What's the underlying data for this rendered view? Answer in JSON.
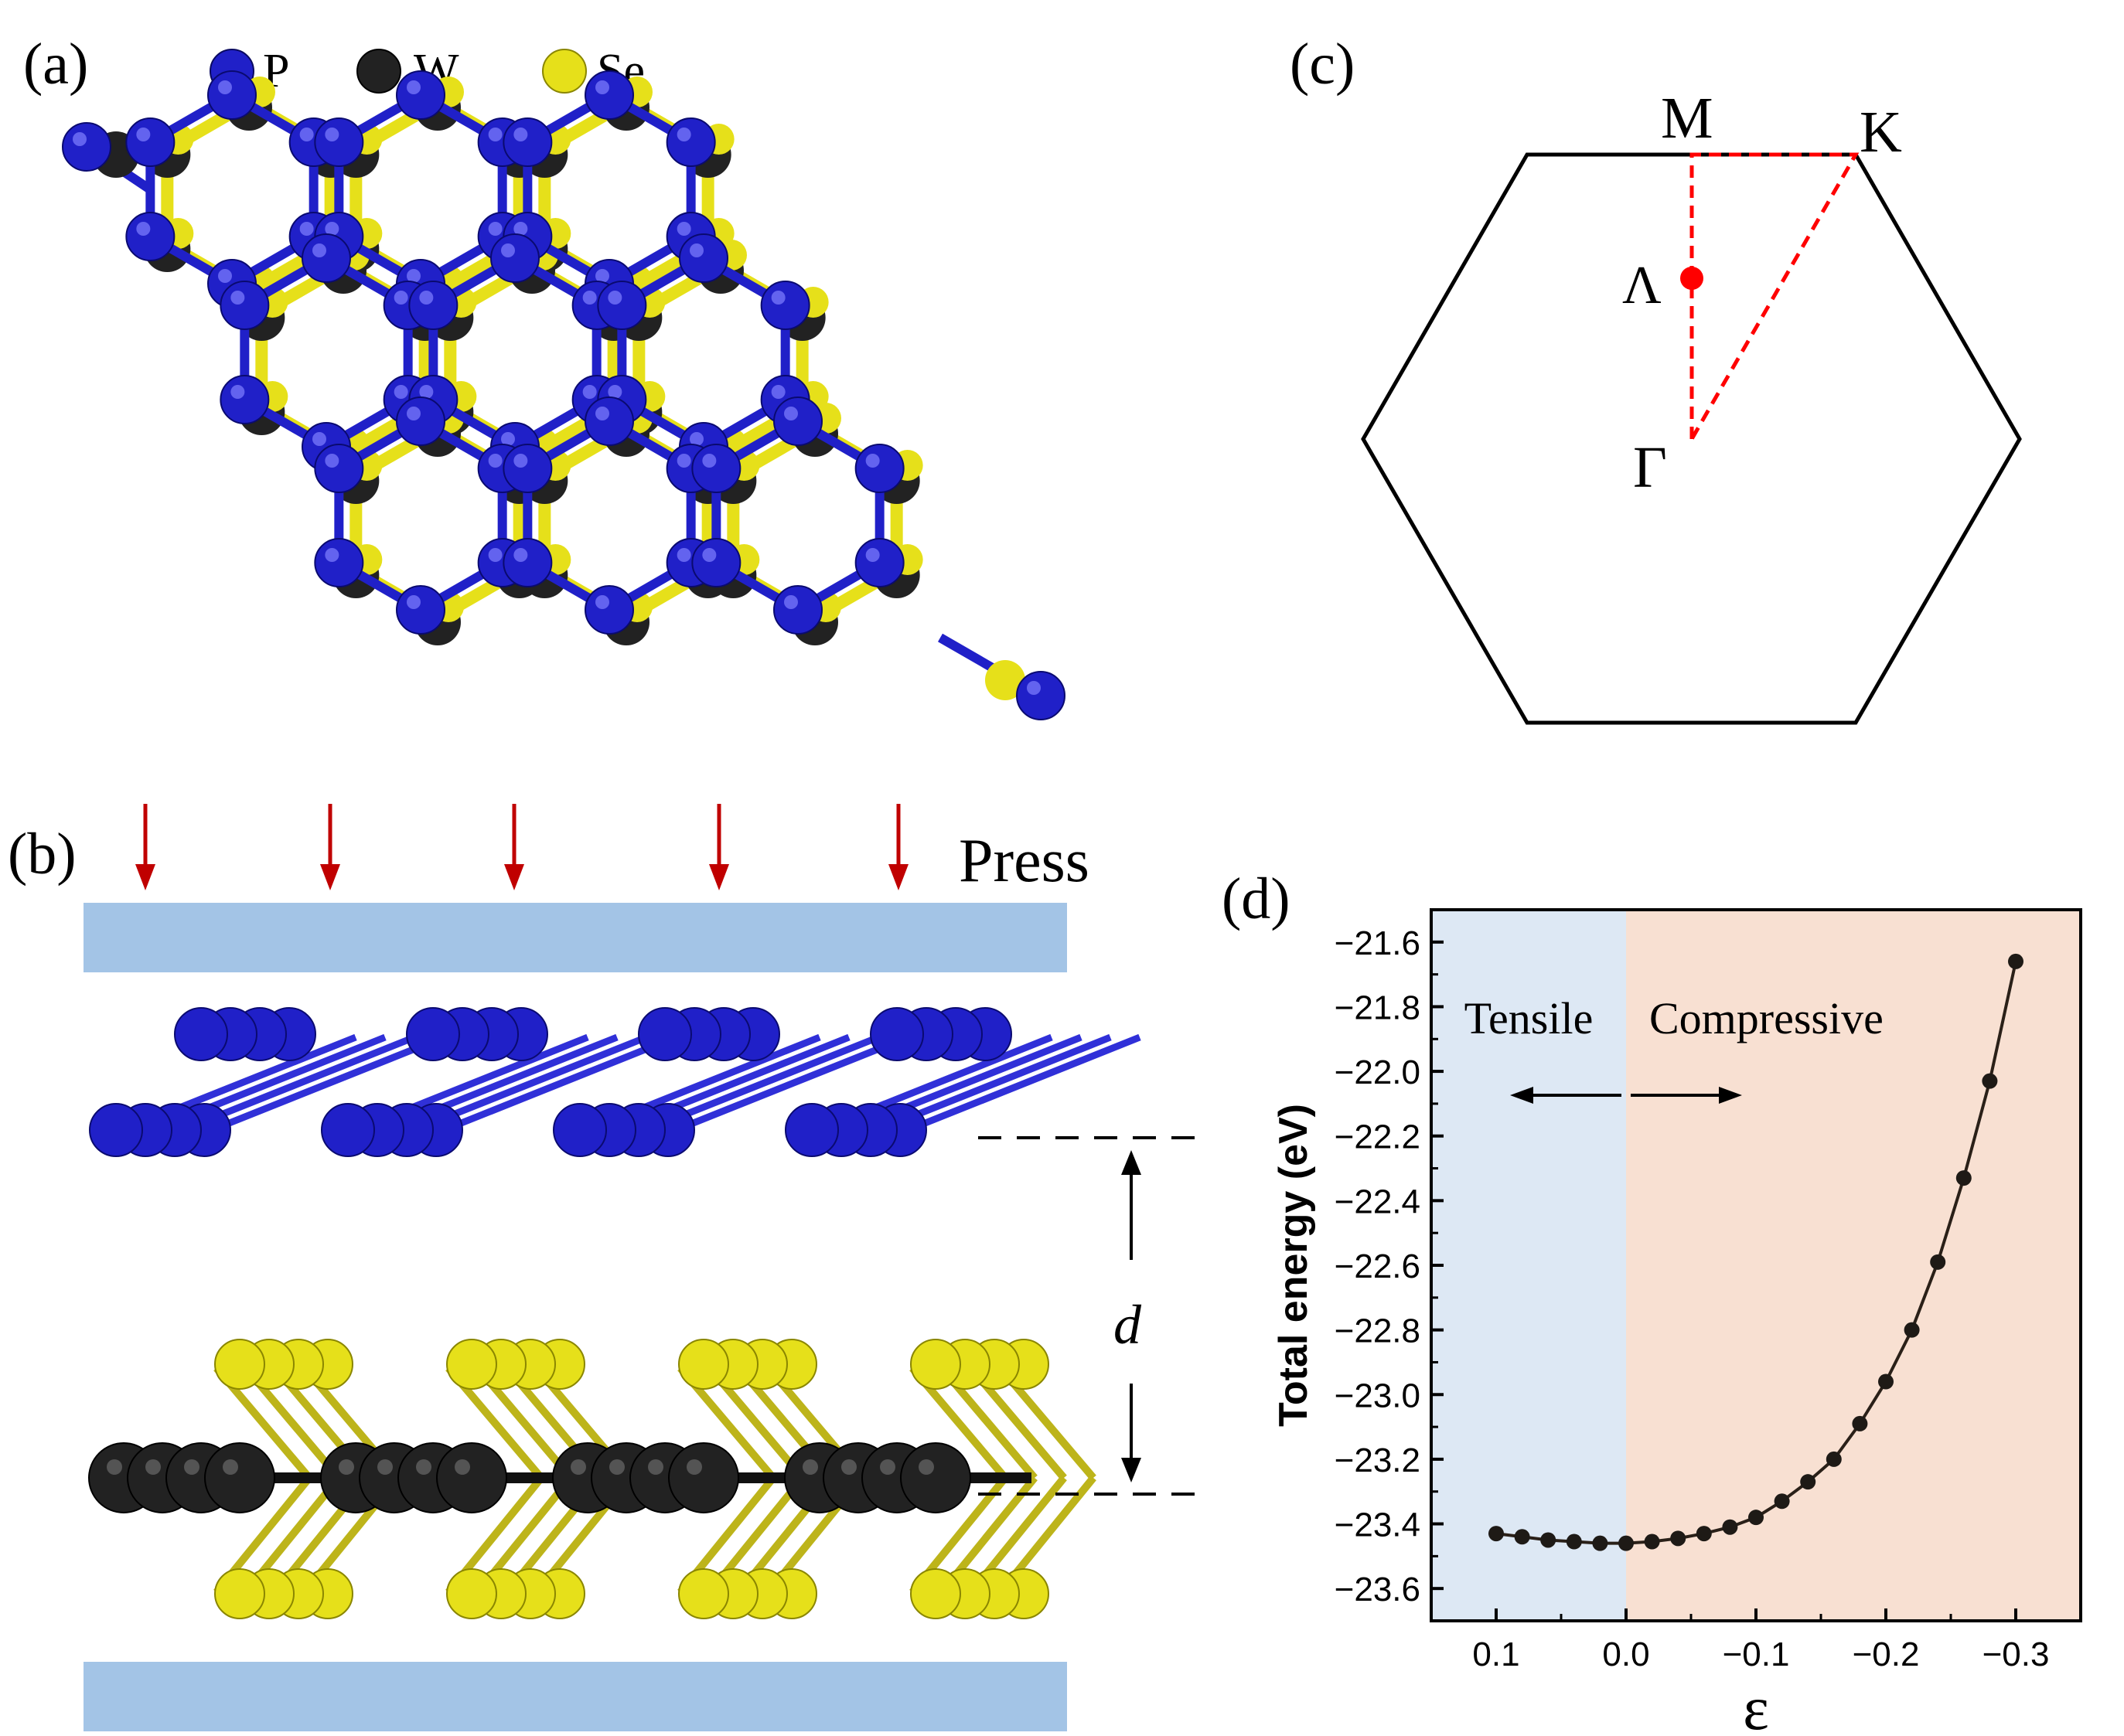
{
  "panels": {
    "a": {
      "label": "(a)",
      "legend": [
        {
          "symbol": "P",
          "color": "#2020c8"
        },
        {
          "symbol": "W",
          "color": "#222222"
        },
        {
          "symbol": "Se",
          "color": "#e6e01a"
        }
      ]
    },
    "b": {
      "label": "(b)",
      "press_label": "Press",
      "distance_label": "d",
      "plate_color": "#a3c4e6",
      "arrow_color": "#c00000"
    },
    "c": {
      "label": "(c)",
      "points": {
        "M": "M",
        "K": "K",
        "Lambda": "Λ",
        "Gamma": "Γ"
      },
      "path_color": "#ff0000"
    },
    "d": {
      "label": "(d)",
      "region_left_label": "Tensile",
      "region_right_label": "Compressive",
      "region_left_color": "#dde8f4",
      "region_right_color": "#f8e0d2"
    }
  },
  "chart_data": {
    "type": "line",
    "xlabel": "ε",
    "ylabel": "Total energy (eV)",
    "xlim": [
      0.15,
      -0.35
    ],
    "ylim": [
      -23.7,
      -21.5
    ],
    "x_ticks": [
      0.1,
      0.0,
      -0.1,
      -0.2,
      -0.3
    ],
    "x_tick_labels": [
      "0.1",
      "0.0",
      "−0.1",
      "−0.2",
      "−0.3"
    ],
    "y_ticks": [
      -21.6,
      -21.8,
      -22.0,
      -22.2,
      -22.4,
      -22.6,
      -22.8,
      -23.0,
      -23.2,
      -23.4,
      -23.6
    ],
    "y_tick_labels": [
      "−21.6",
      "−21.8",
      "−22.0",
      "−22.2",
      "−22.4",
      "−22.6",
      "−22.8",
      "−23.0",
      "−23.2",
      "−23.4",
      "−23.6"
    ],
    "series": [
      {
        "x": [
          0.1,
          0.08,
          0.06,
          0.04,
          0.02,
          0.0,
          -0.02,
          -0.04,
          -0.06,
          -0.08,
          -0.1,
          -0.12,
          -0.14,
          -0.16,
          -0.18,
          -0.2,
          -0.22,
          -0.24,
          -0.26,
          -0.28,
          -0.3
        ],
        "y": [
          -23.43,
          -23.44,
          -23.45,
          -23.455,
          -23.46,
          -23.46,
          -23.455,
          -23.445,
          -23.43,
          -23.41,
          -23.38,
          -23.33,
          -23.27,
          -23.2,
          -23.09,
          -22.96,
          -22.8,
          -22.59,
          -22.33,
          -22.03,
          -21.66
        ]
      }
    ]
  }
}
